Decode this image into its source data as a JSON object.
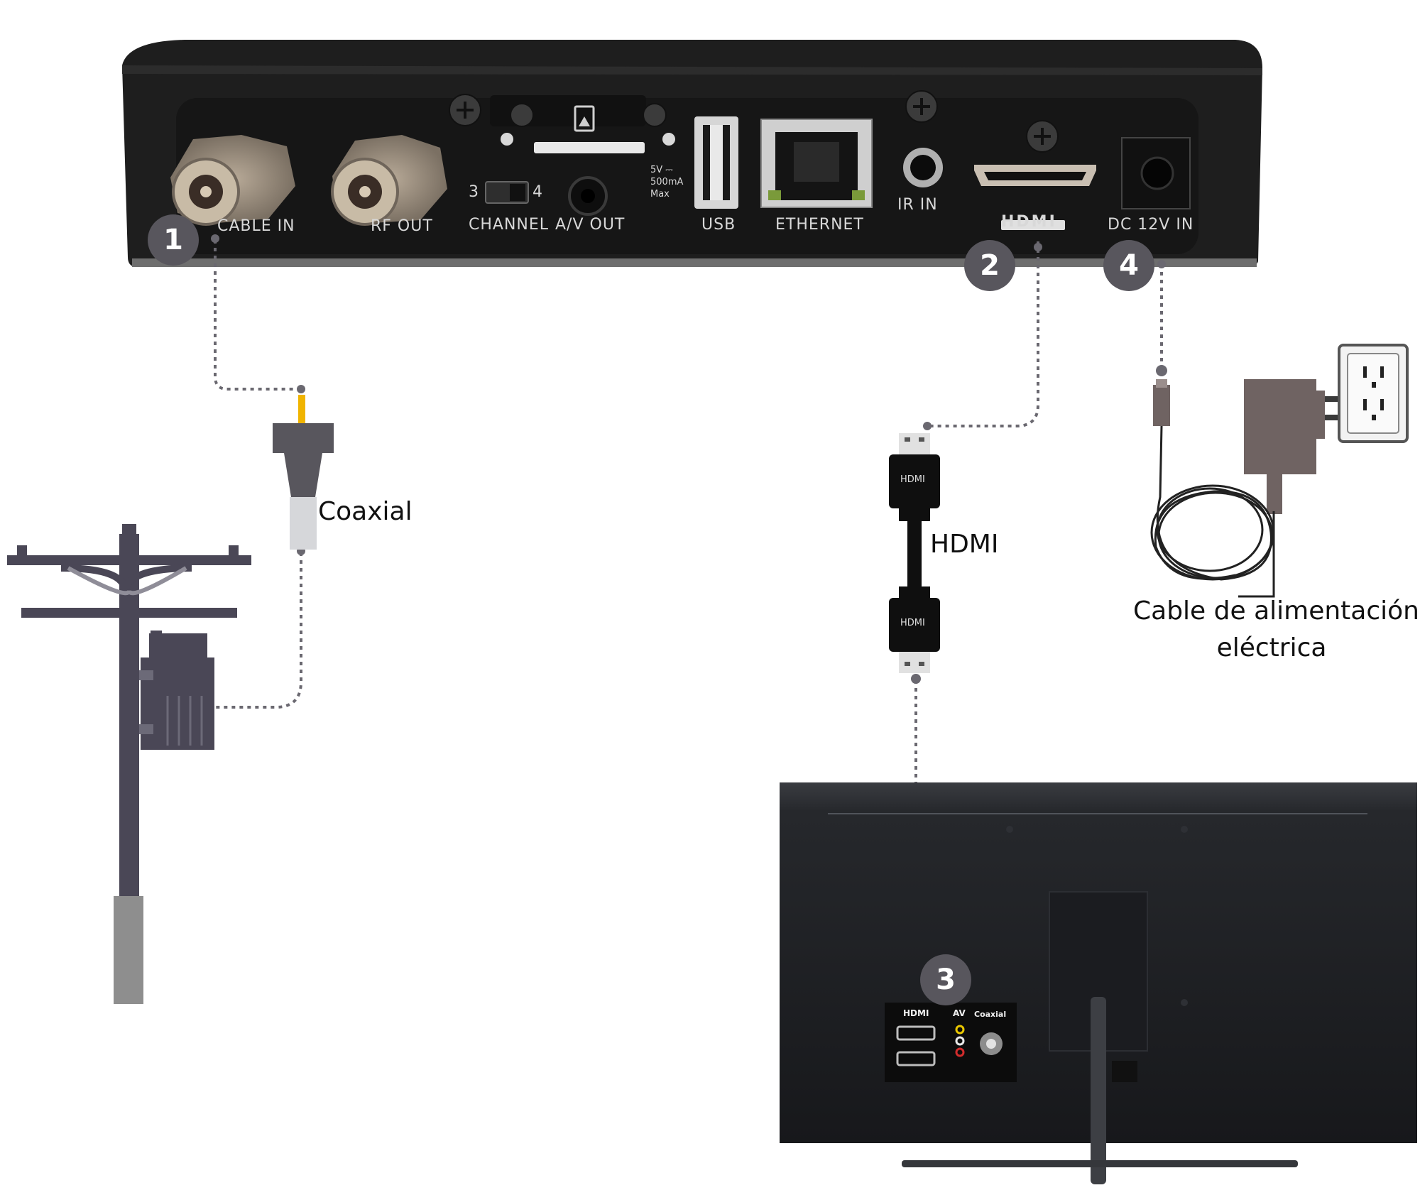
{
  "steps": [
    "1",
    "2",
    "3",
    "4"
  ],
  "receiver": {
    "ports": {
      "cable_in": "CABLE IN",
      "rf_out": "RF OUT",
      "channel": "CHANNEL",
      "channel_3": "3",
      "channel_4": "4",
      "av_out": "A/V OUT",
      "usb": "USB",
      "usb_power": "5V ⎓",
      "usb_current": "500mA",
      "usb_max": "Max",
      "ethernet": "ETHERNET",
      "ir_in": "IR IN",
      "hdmi": "HDMI",
      "dc_in": "DC 12V IN"
    }
  },
  "cables": {
    "coaxial": "Coaxial",
    "hdmi": "HDMI",
    "hdmi_plug": "HDMI",
    "power_line1": "Cable de alimentación",
    "power_line2": "eléctrica"
  },
  "tv": {
    "ports": {
      "hdmi": "HDMI",
      "av": "AV",
      "coaxial": "Coaxial"
    }
  },
  "colors": {
    "receiver_body": "#1e1e1e",
    "badge": "#58565d",
    "dotted_line": "#6a6870",
    "pole": "#4a4756",
    "coax_tip": "#f0b400",
    "tv_panel": "#202226",
    "adapter": "#6f6362"
  }
}
